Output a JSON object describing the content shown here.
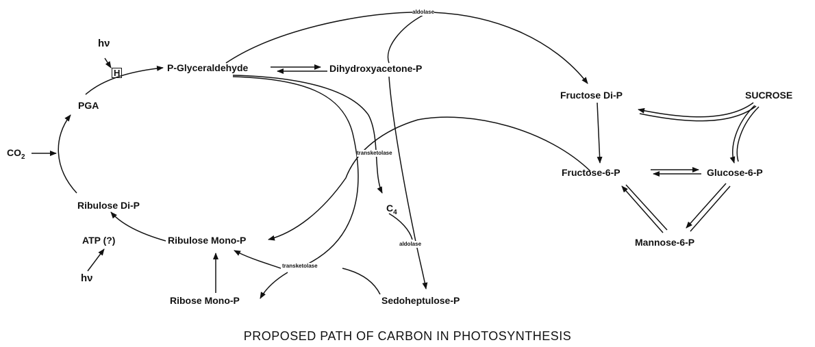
{
  "title": "PROPOSED PATH OF CARBON IN PHOTOSYNTHESIS",
  "colors": {
    "ink": "#111111",
    "background": "#ffffff"
  },
  "nodes": {
    "hv_top": "hν",
    "h_box": "H",
    "p_glyceraldehyde": "P-Glyceraldehyde",
    "dihydroxyacetone_p": "Dihydroxyacetone-P",
    "pga": "PGA",
    "co2_base": "CO",
    "co2_sub": "2",
    "ribulose_di_p": "Ribulose Di-P",
    "atp": "ATP (?)",
    "hv_bottom": "hν",
    "ribulose_mono_p": "Ribulose Mono-P",
    "ribose_mono_p": "Ribose Mono-P",
    "sedoheptulose_p": "Sedoheptulose-P",
    "c4_base": "C",
    "c4_sub": "4",
    "fructose_di_p": "Fructose Di-P",
    "sucrose": "SUCROSE",
    "fructose_6_p": "Fructose-6-P",
    "glucose_6_p": "Glucose-6-P",
    "mannose_6_p": "Mannose-6-P"
  },
  "enzymes": {
    "aldolase_top": "aldolase",
    "transketolase_mid": "transketolase",
    "aldolase_lower": "aldolase",
    "transketolase_bottom": "transketolase"
  }
}
